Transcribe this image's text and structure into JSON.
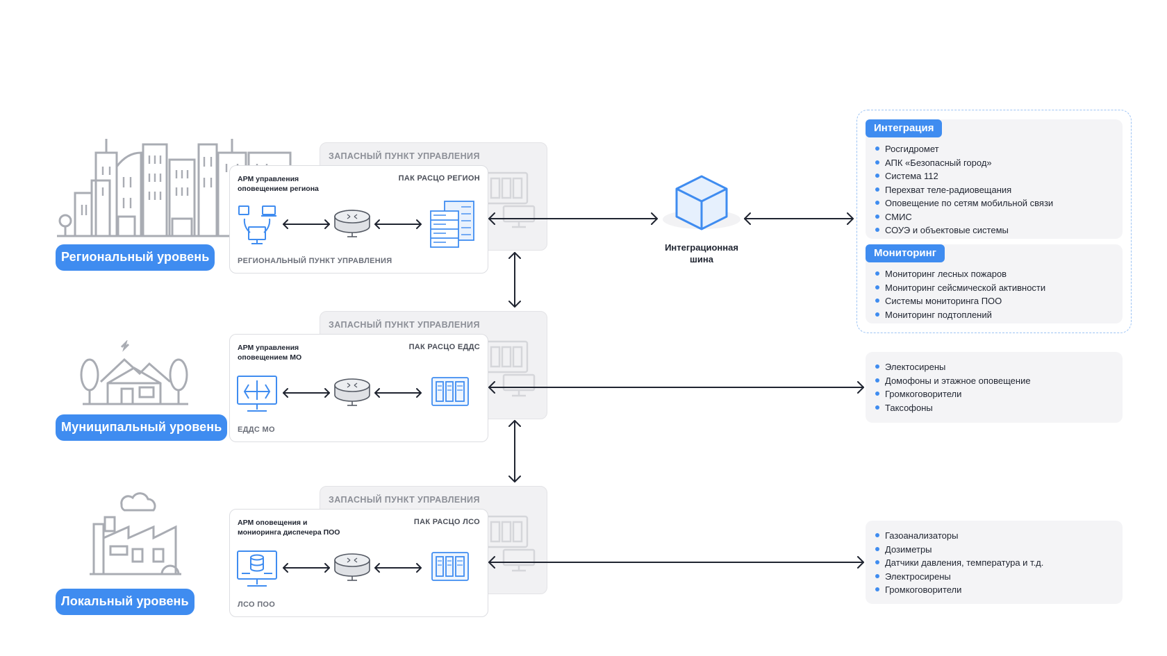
{
  "levels": [
    {
      "pill": "Региональный уровень",
      "backup_title": "ЗАПАСНЫЙ ПУНКТ УПРАВЛЕНИЯ",
      "arm": "АРМ управления оповещением региона",
      "pak": "ПАК РАСЦО РЕГИОН",
      "footer": "РЕГИОНАЛЬНЫЙ ПУНКТ УПРАВЛЕНИЯ"
    },
    {
      "pill": "Муниципальный уровень",
      "backup_title": "ЗАПАСНЫЙ ПУНКТ УПРАВЛЕНИЯ",
      "arm": "АРМ управления оповещением МО",
      "pak": "ПАК РАСЦО ЕДДС",
      "footer": "ЕДДС МО"
    },
    {
      "pill": "Локальный уровень",
      "backup_title": "ЗАПАСНЫЙ ПУНКТ УПРАВЛЕНИЯ",
      "arm": "АРМ оповещения и мониоринга диспечера ПОО",
      "pak": "ПАК РАСЦО ЛСО",
      "footer": "ЛСО ПОО"
    }
  ],
  "bus": {
    "label_line1": "Интеграционная",
    "label_line2": "шина"
  },
  "integration": {
    "title": "Интеграция",
    "items": [
      "Росгидромет",
      "АПК «Безопасный город»",
      "Система 112",
      "Перехват теле-радиовещания",
      "Оповещение по сетям мобильной связи",
      "СМИС",
      "СОУЭ и объектовые системы"
    ]
  },
  "monitoring": {
    "title": "Мониторинг",
    "items": [
      "Мониторинг лесных пожаров",
      "Мониторинг сейсмической активности",
      "Системы мониторинга ПОО",
      "Мониторинг подтоплений"
    ]
  },
  "municipal_devices": {
    "items": [
      "Электосирены",
      "Домофоны и этажное оповещение",
      "Громкоговорители",
      "Таксофоны"
    ]
  },
  "local_devices": {
    "items": [
      "Газоанализаторы",
      "Дозиметры",
      "Датчики давления, температура и т.д.",
      "Электросирены",
      "Громкоговорители"
    ]
  },
  "colors": {
    "accent": "#3f8cf0",
    "panel_bg": "#f4f4f6",
    "illustration_grey": "#a9acb3"
  },
  "icons": {
    "regional": "city-skyline-icon",
    "municipal": "village-houses-icon",
    "local": "factory-icon",
    "bus": "cube-icon",
    "router": "router-icon",
    "server": "server-rack-icon"
  }
}
